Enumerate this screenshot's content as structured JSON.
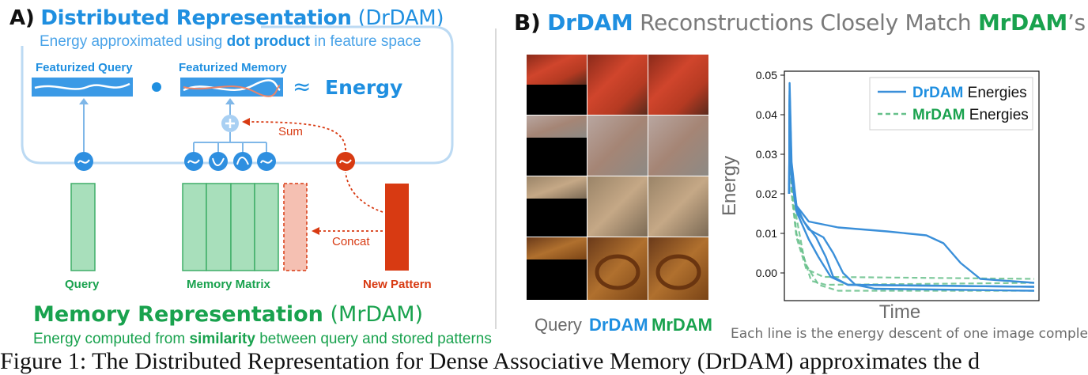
{
  "panel_a": {
    "letter": "A)",
    "title": "Distributed Representation",
    "title_paren": "(DrDAM)",
    "subtitle_pre": "Energy approximated using ",
    "subtitle_bold": "dot product",
    "subtitle_post": " in feature space",
    "featurized_query": "Featurized Query",
    "featurized_memory": "Featurized Memory",
    "approx": "≈",
    "energy": "Energy",
    "sum": "Sum",
    "concat": "Concat",
    "query": "Query",
    "memory_matrix": "Memory Matrix",
    "new_pattern": "New Pattern",
    "mem_title": "Memory Representation",
    "mem_paren": "(MrDAM)",
    "mem_sub_pre": "Energy computed from ",
    "mem_sub_bold": "similarity",
    "mem_sub_post": " between query and stored patterns",
    "colors": {
      "blue": "#1f8fe0",
      "green": "#19a24e",
      "red": "#d83a12"
    }
  },
  "panel_b": {
    "letter": "B)",
    "title_a": "DrDAM",
    "title_mid": " Reconstructions Closely Match ",
    "title_b": "MrDAM",
    "title_end": "’s",
    "col_query": "Query",
    "col_drdam": "DrDAM",
    "col_mrdam": "MrDAM",
    "footnote": "Each line is the energy descent of one image completion"
  },
  "chart_data": {
    "type": "line",
    "xlabel": "Time",
    "ylabel": "Energy",
    "ylim": [
      -0.007,
      0.051
    ],
    "yticks": [
      "0.05",
      "0.04",
      "0.03",
      "0.02",
      "0.01",
      "0.00"
    ],
    "legend": [
      {
        "label_bold": "DrDAM",
        "label_rest": " Energies",
        "color": "#3a8fd9",
        "dash": false
      },
      {
        "label_bold": "MrDAM",
        "label_rest": " Energies",
        "color": "#66c08a",
        "dash": true
      }
    ],
    "series": [
      {
        "group": "DrDAM",
        "points": [
          [
            0,
            0.02
          ],
          [
            0.2,
            0.048
          ],
          [
            1,
            0.028
          ],
          [
            3,
            0.017
          ],
          [
            8,
            0.013
          ],
          [
            20,
            0.0115
          ],
          [
            40,
            0.0105
          ],
          [
            56,
            0.0095
          ],
          [
            63,
            0.0075
          ],
          [
            70,
            0.0025
          ],
          [
            78,
            -0.0015
          ],
          [
            100,
            -0.0025
          ]
        ]
      },
      {
        "group": "DrDAM",
        "points": [
          [
            0,
            0.02
          ],
          [
            0.2,
            0.045
          ],
          [
            1,
            0.026
          ],
          [
            3,
            0.017
          ],
          [
            6,
            0.013
          ],
          [
            11,
            0.009
          ],
          [
            15,
            0.004
          ],
          [
            18,
            -0.001
          ],
          [
            24,
            -0.003
          ],
          [
            100,
            -0.0035
          ]
        ]
      },
      {
        "group": "DrDAM",
        "points": [
          [
            0,
            0.02
          ],
          [
            0.2,
            0.046
          ],
          [
            1,
            0.025
          ],
          [
            3,
            0.016
          ],
          [
            8,
            0.011
          ],
          [
            14,
            0.009
          ],
          [
            18,
            0.005
          ],
          [
            22,
            0.0
          ],
          [
            27,
            -0.003
          ],
          [
            35,
            -0.004
          ],
          [
            100,
            -0.0045
          ]
        ]
      },
      {
        "group": "DrDAM",
        "points": [
          [
            0,
            0.02
          ],
          [
            0.2,
            0.044
          ],
          [
            1,
            0.024
          ],
          [
            3,
            0.0155
          ],
          [
            8,
            0.0085
          ],
          [
            12,
            0.004
          ],
          [
            17,
            -0.001
          ],
          [
            24,
            -0.003
          ],
          [
            100,
            -0.0035
          ]
        ]
      },
      {
        "group": "MrDAM",
        "points": [
          [
            0,
            0.02
          ],
          [
            0.2,
            0.046
          ],
          [
            1,
            0.025
          ],
          [
            3,
            0.014
          ],
          [
            6,
            0.004
          ],
          [
            9,
            -0.002
          ],
          [
            15,
            -0.003
          ],
          [
            100,
            -0.0025
          ]
        ]
      },
      {
        "group": "MrDAM",
        "points": [
          [
            0,
            0.02
          ],
          [
            0.2,
            0.045
          ],
          [
            1,
            0.022
          ],
          [
            3,
            0.01
          ],
          [
            7,
            0.002
          ],
          [
            12,
            -0.003
          ],
          [
            20,
            -0.0045
          ],
          [
            100,
            -0.0045
          ]
        ]
      },
      {
        "group": "MrDAM",
        "points": [
          [
            0,
            0.02
          ],
          [
            0.2,
            0.044
          ],
          [
            1,
            0.02
          ],
          [
            3,
            0.009
          ],
          [
            7,
            0.001
          ],
          [
            14,
            -0.001
          ],
          [
            100,
            -0.0015
          ]
        ]
      }
    ]
  },
  "caption": {
    "text": "Figure 1: The Distributed Representation for Dense Associative Memory (DrDAM) approximates the d"
  }
}
